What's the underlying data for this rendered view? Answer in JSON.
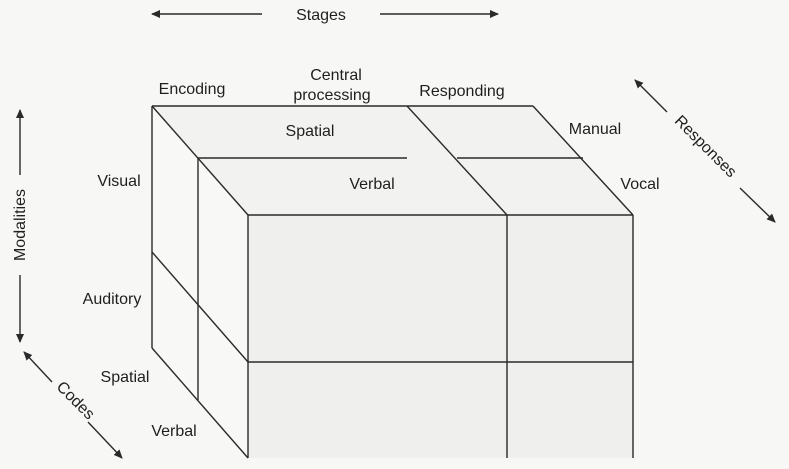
{
  "diagram": {
    "dimensions": {
      "stages": "Stages",
      "modalities": "Modalities",
      "responses": "Responses",
      "codes": "Codes"
    },
    "stage_labels": {
      "encoding": "Encoding",
      "central_processing_line1": "Central",
      "central_processing_line2": "processing",
      "responding": "Responding"
    },
    "top_labels": {
      "spatial": "Spatial",
      "verbal": "Verbal",
      "manual": "Manual",
      "vocal": "Vocal"
    },
    "left_labels": {
      "visual": "Visual",
      "auditory": "Auditory",
      "spatial": "Spatial",
      "verbal": "Verbal"
    }
  },
  "colors": {
    "line": "#2a2a2a",
    "text": "#1f1f1f",
    "background": "#f7f7f5"
  }
}
